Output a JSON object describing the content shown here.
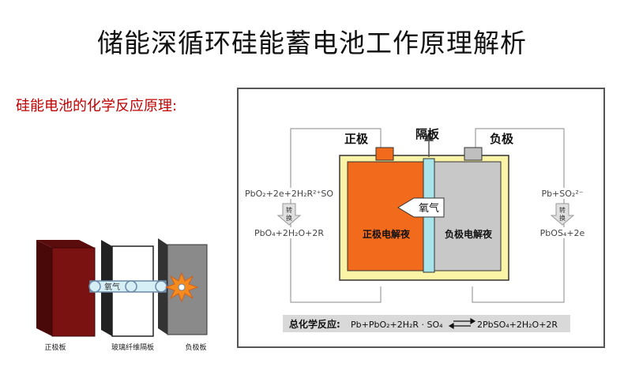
{
  "title": "储能深循环硅能蓄电池工作原理解析",
  "subtitle": "硅能电池的化学反应原理:",
  "left_figure": {
    "labels": [
      "正极板",
      "玻璃纤维隔板",
      "负极板"
    ],
    "oxygen_label": "氧气"
  },
  "diagram": {
    "positive_terminal": "正极",
    "separator_label": "隔板",
    "negative_terminal": "负极",
    "oxygen_label": "氧气",
    "positive_electrolyte": "正极电解夜",
    "negative_electrolyte": "负极电解夜",
    "left_reaction": {
      "top": "PbO₂+2e+2H₂R²⁺SO",
      "convert": [
        "转",
        "换"
      ],
      "bottom": "PbO₄+2H₂O+2R"
    },
    "right_reaction": {
      "top": "Pb+SO₂²⁻",
      "convert": [
        "转",
        "换"
      ],
      "bottom": "PbOS₄+2e"
    },
    "total_label": "总化学反应:",
    "total_left": "Pb+PbO₂+2H₂R · SO₄",
    "total_right": "2PbSO₄+2H₂O+2R"
  },
  "colors": {
    "title_text": "#111111",
    "subtitle_text": "#c00000",
    "battery_case": "#fbf3a6",
    "positive_fill": "#f26a1b",
    "negative_fill": "#c8c8c8",
    "separator_fill": "#a8e4ea",
    "positive_plate": "#7a1212"
  }
}
